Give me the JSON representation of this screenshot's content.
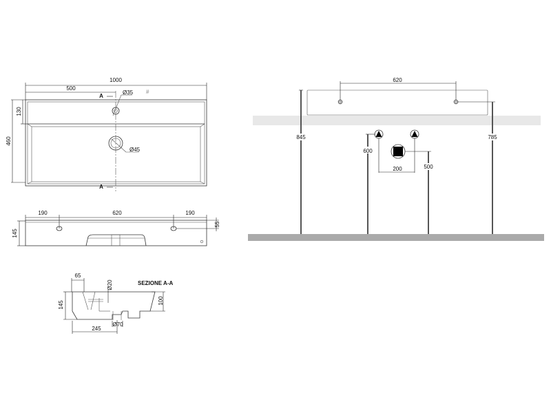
{
  "top_view": {
    "width_total": "1000",
    "half_width": "500",
    "depth": "460",
    "ledge_depth": "130",
    "tap_hole": "Ø35",
    "drain": "Ø45",
    "section_mark_top": "A",
    "section_mark_bottom": "A",
    "symbol": "#"
  },
  "front_view": {
    "left_offset": "190",
    "hole_spacing": "620",
    "right_offset": "190",
    "height": "145",
    "hole_height": "55"
  },
  "section": {
    "title": "SEZIONE A-A",
    "ledge": "65",
    "overflow": "Ø20",
    "basin_depth": "100",
    "height": "145",
    "drain_distance": "245",
    "drain_diameter": "Ø70"
  },
  "installation": {
    "hole_spacing": "620",
    "top_height": "845",
    "hole_height": "785",
    "supply_height": "600",
    "waste_height": "500",
    "supply_spacing": "200"
  },
  "colors": {
    "line": "#333333",
    "band": "#e8e8e8",
    "floor": "#aaaaaa"
  }
}
